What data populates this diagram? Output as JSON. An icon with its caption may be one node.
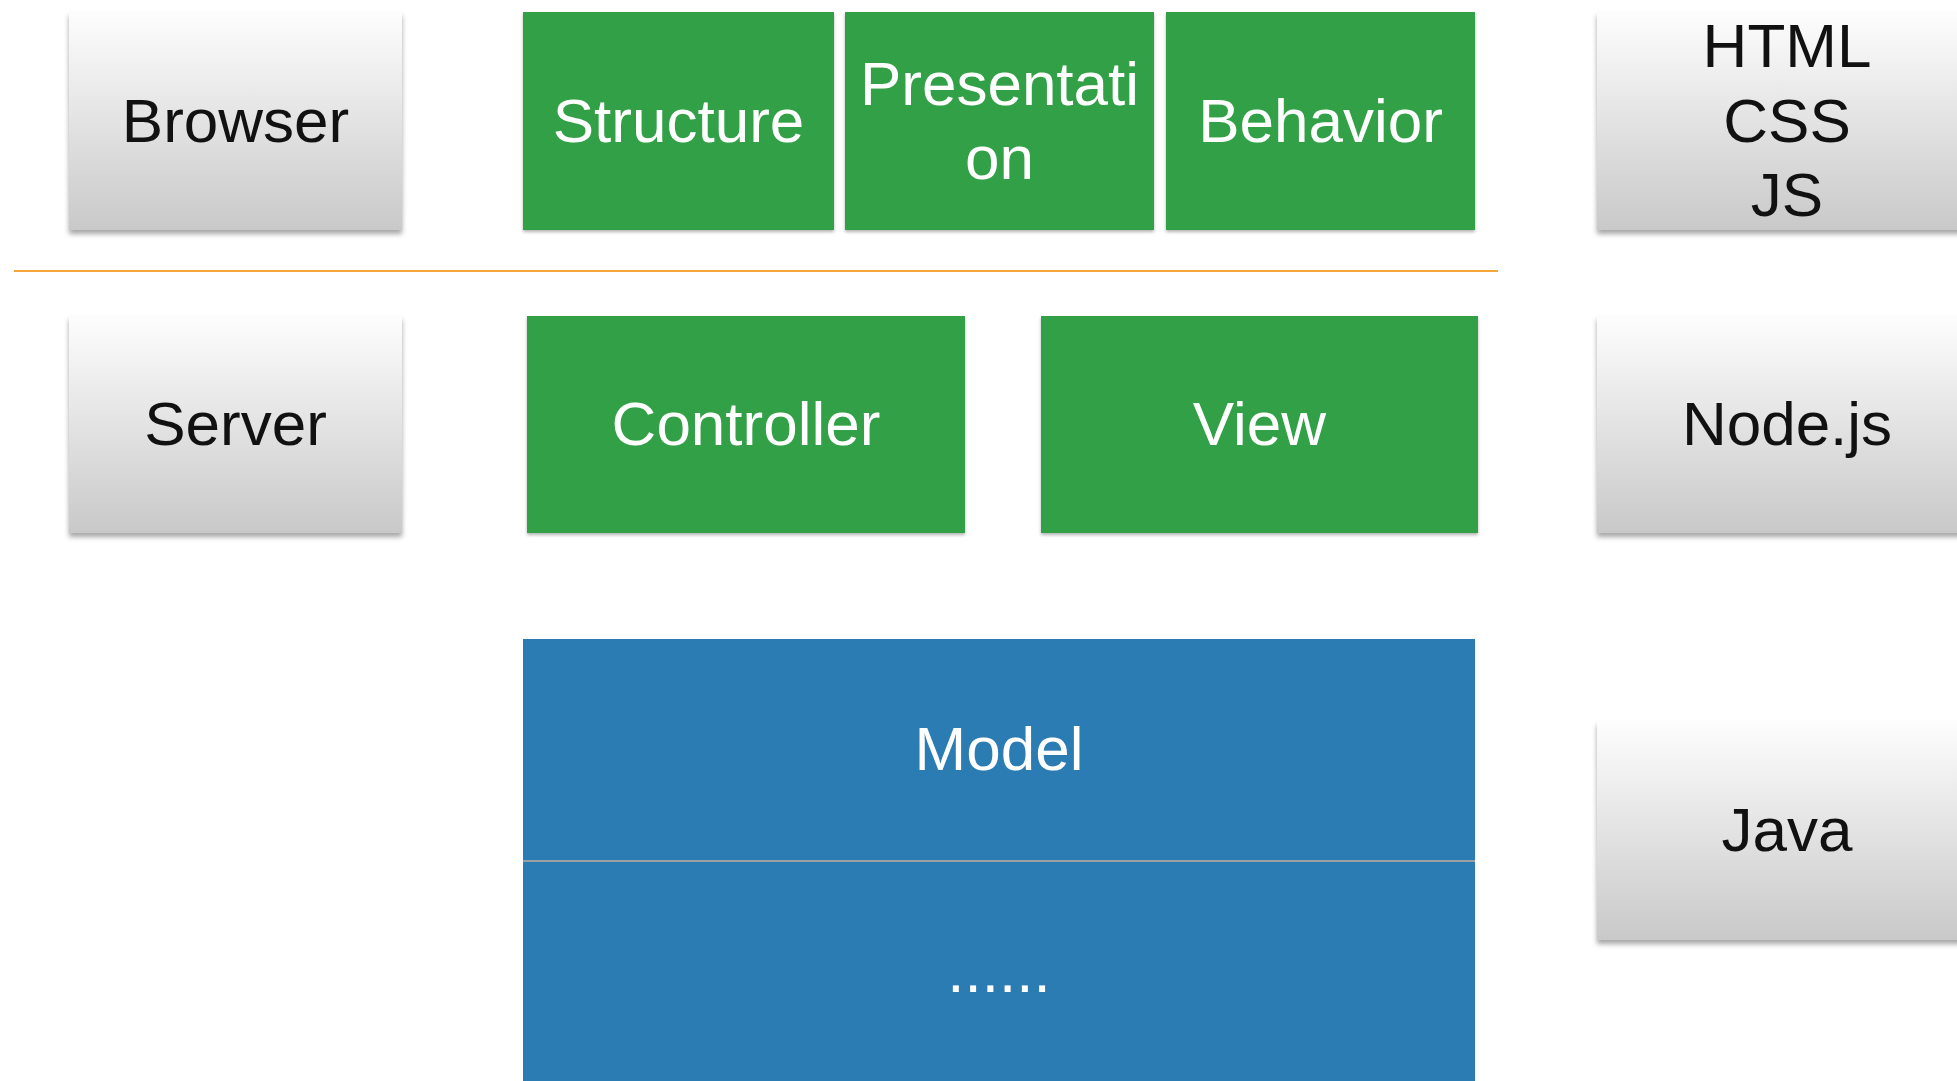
{
  "diagram": {
    "nodes": [
      {
        "text": [
          "Browser"
        ]
      },
      {
        "text": [
          "Structure"
        ]
      },
      {
        "text": [
          "Presentation"
        ]
      },
      {
        "text": [
          "Behavior"
        ]
      },
      {
        "text": [
          "HTML CSS JS"
        ]
      },
      {
        "text": [
          "Server"
        ]
      },
      {
        "text": [
          "Controller"
        ]
      },
      {
        "text": [
          "View"
        ]
      },
      {
        "text": [
          "Node.js"
        ]
      },
      {
        "text": [
          "Model"
        ]
      },
      {
        "text": [
          "......"
        ]
      },
      {
        "text": [
          "Java"
        ]
      }
    ],
    "edges": []
  }
}
